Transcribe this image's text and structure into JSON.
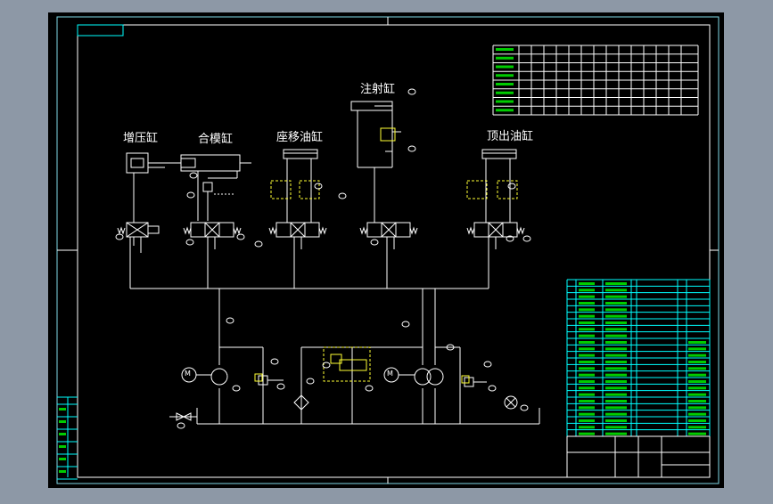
{
  "cylinders": {
    "booster": "增压缸",
    "mold_close": "合模缸",
    "seat_shift": "座移油缸",
    "injection": "注射缸",
    "ejector": "顶出油缸"
  },
  "symbols": {
    "motor_1": "M",
    "motor_2": "M"
  },
  "colors": {
    "background": "#8d98a6",
    "sheet": "#000000",
    "frame": "#00ffff",
    "lines": "#ffffff",
    "table_lines": "#00ffff",
    "table_text": "#00ff00",
    "dashed_box": "#ffff00",
    "title_text": "#ffffff"
  }
}
